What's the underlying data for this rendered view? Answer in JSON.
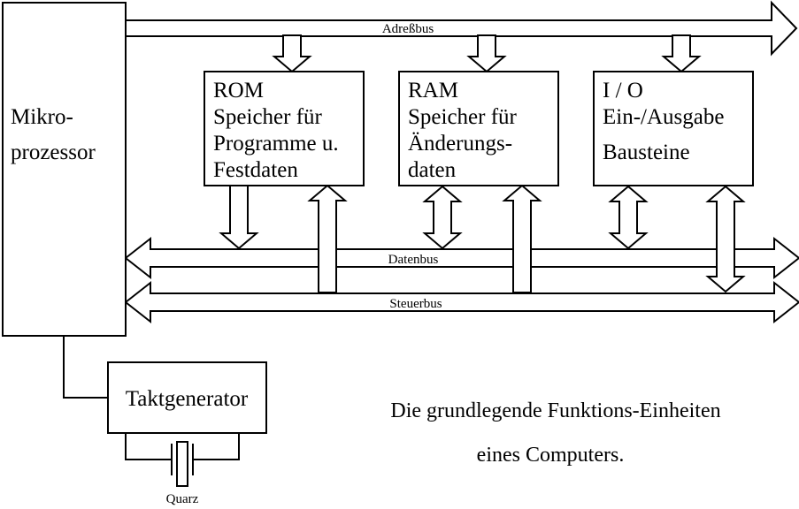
{
  "microprocessor": {
    "line1": "Mikro-",
    "line2": "prozessor"
  },
  "rom": {
    "title": "ROM",
    "line1": "Speicher für",
    "line2": "Programme u.",
    "line3": "Festdaten"
  },
  "ram": {
    "title": "RAM",
    "line1": "Speicher für",
    "line2": "Änderungs-",
    "line3": "daten"
  },
  "io": {
    "title": "I / O",
    "line1": "Ein-/Ausgabe",
    "line2": "Bausteine"
  },
  "buses": {
    "address": "Adreßbus",
    "data": "Datenbus",
    "control": "Steuerbus"
  },
  "clock": {
    "generator": "Taktgenerator",
    "crystal": "Quarz"
  },
  "caption": {
    "line1": "Die grundlegende Funktions-Einheiten",
    "line2": "eines Computers."
  }
}
